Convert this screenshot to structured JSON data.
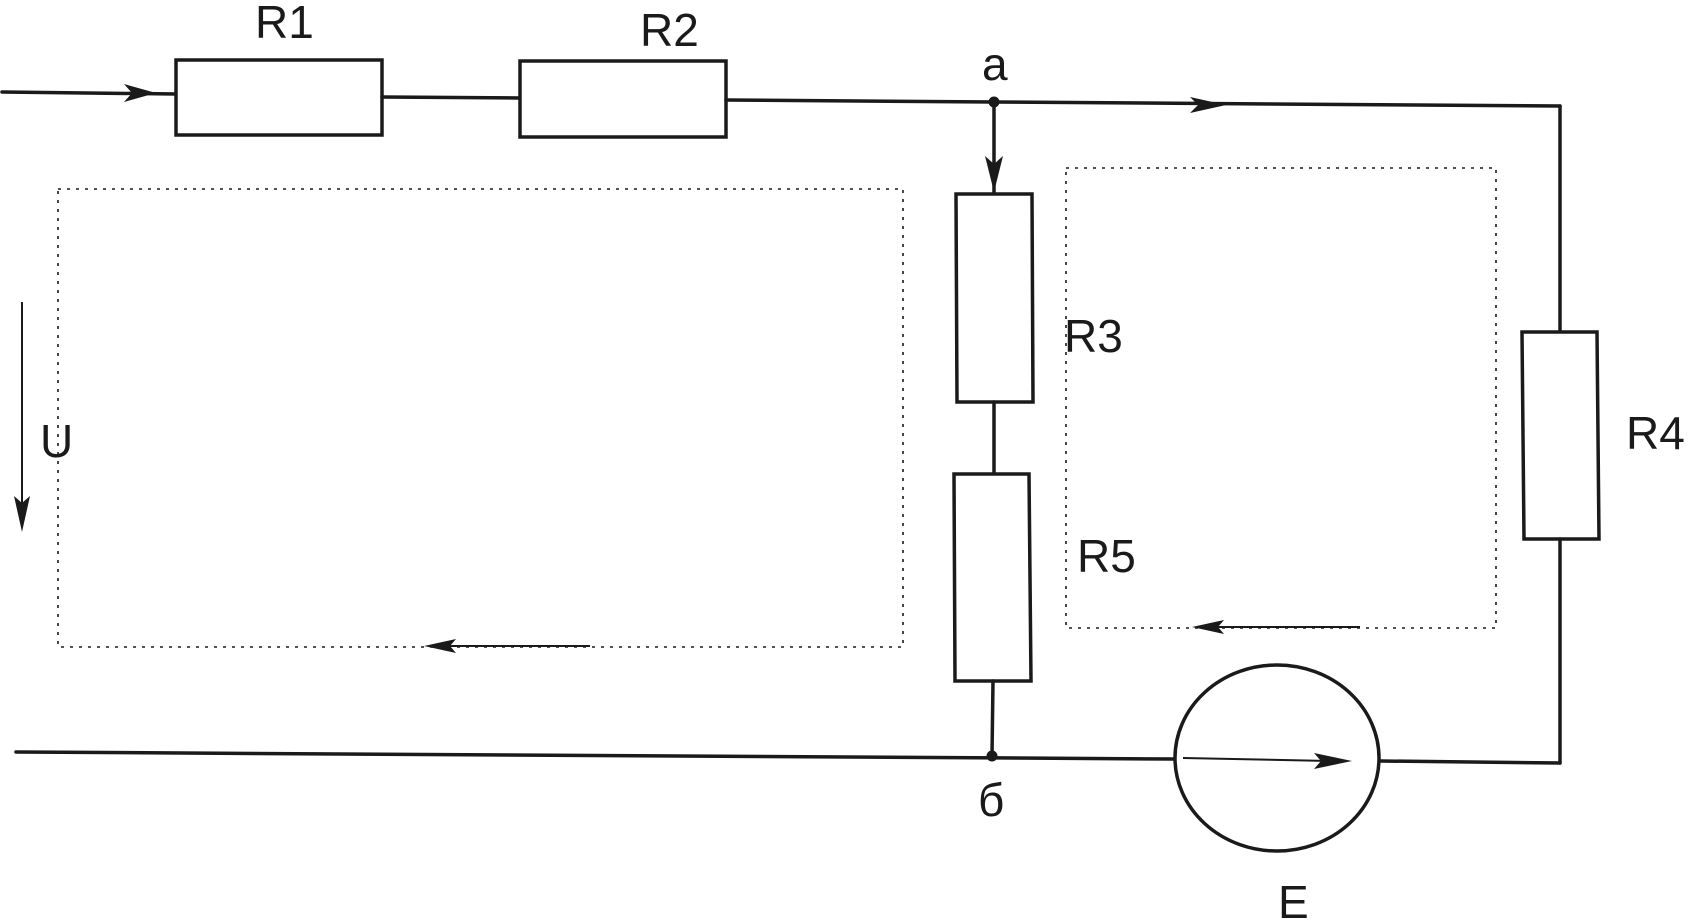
{
  "labels": {
    "r1": "R1",
    "r2": "R2",
    "r3": "R3",
    "r4": "R4",
    "r5": "R5",
    "node_a": "a",
    "node_b": "б",
    "source": "E",
    "voltage": "U"
  },
  "colors": {
    "ink": "#1a1a1a",
    "background": "#ffffff"
  }
}
